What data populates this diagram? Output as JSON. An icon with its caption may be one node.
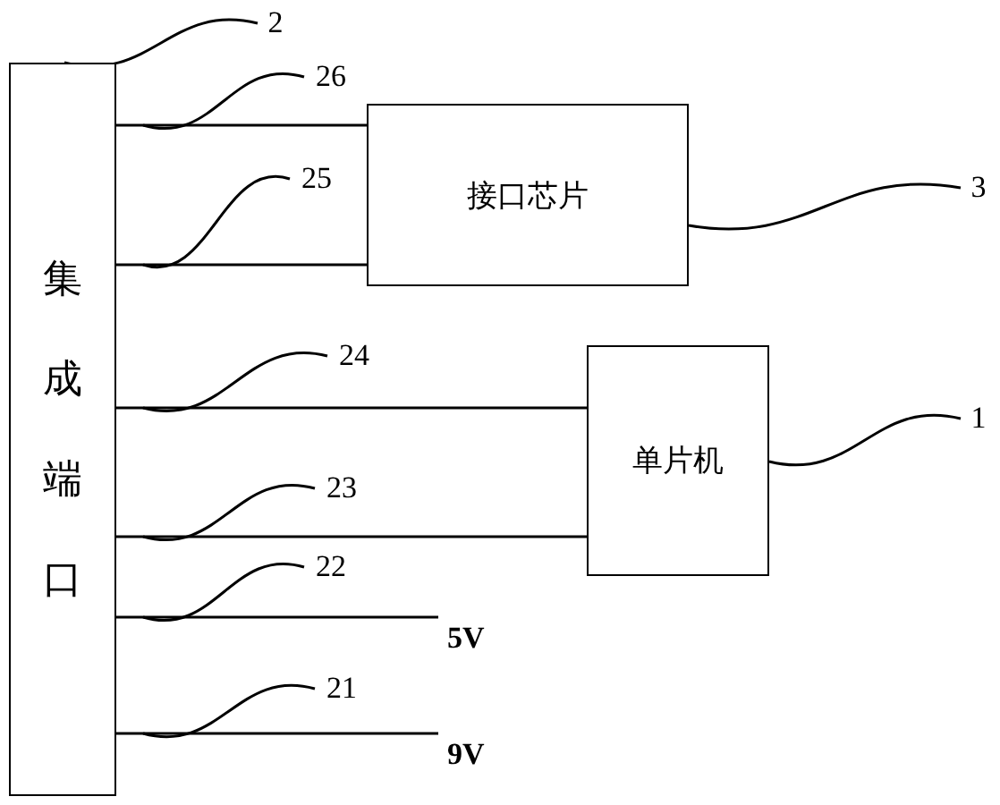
{
  "diagram": {
    "nodes": [
      {
        "text": [
          "集成端口"
        ]
      },
      {
        "text": [
          "接口芯片"
        ]
      },
      {
        "text": [
          "单片机"
        ]
      },
      {
        "text": [
          "2"
        ]
      },
      {
        "text": [
          "26"
        ]
      },
      {
        "text": [
          "25"
        ]
      },
      {
        "text": [
          "3"
        ]
      },
      {
        "text": [
          "24"
        ]
      },
      {
        "text": [
          "1"
        ]
      },
      {
        "text": [
          "23"
        ]
      },
      {
        "text": [
          "22"
        ]
      },
      {
        "text": [
          "21"
        ]
      }
    ],
    "edges": [
      {
        "from": 0,
        "to": 1,
        "arrow": "none"
      },
      {
        "from": 0,
        "to": 1,
        "arrow": "none"
      },
      {
        "from": 0,
        "to": 2,
        "arrow": "none"
      },
      {
        "from": 0,
        "to": 2,
        "arrow": "none"
      },
      {
        "from": 0,
        "to": null,
        "arrow": "none",
        "label": "5V"
      },
      {
        "from": 0,
        "to": null,
        "arrow": "none",
        "label": "9V"
      },
      {
        "from": 3,
        "to": 0,
        "arrow": "none"
      },
      {
        "from": 4,
        "to": null,
        "arrow": "none"
      },
      {
        "from": 5,
        "to": null,
        "arrow": "none"
      },
      {
        "from": 6,
        "to": 1,
        "arrow": "none"
      },
      {
        "from": 7,
        "to": null,
        "arrow": "none"
      },
      {
        "from": 8,
        "to": 2,
        "arrow": "none"
      },
      {
        "from": 9,
        "to": null,
        "arrow": "none"
      },
      {
        "from": 10,
        "to": null,
        "arrow": "none"
      },
      {
        "from": 11,
        "to": null,
        "arrow": "none"
      }
    ]
  }
}
